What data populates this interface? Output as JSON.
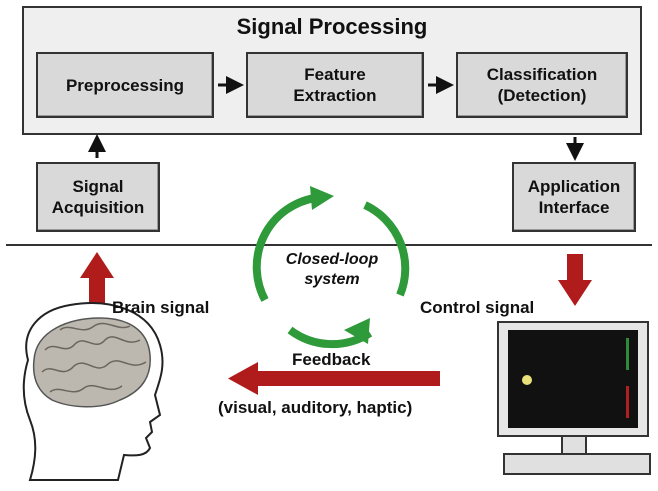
{
  "diagram": {
    "signal_processing": {
      "title": "Signal Processing"
    },
    "steps": {
      "preprocessing": "Preprocessing",
      "feature_extraction": "Feature\nExtraction",
      "classification": "Classification\n(Detection)"
    },
    "signal_acquisition": "Signal\nAcquisition",
    "application_interface": "Application\nInterface",
    "closed_loop": "Closed-loop\nsystem",
    "brain_signal": "Brain signal",
    "control_signal": "Control signal",
    "feedback": "Feedback",
    "feedback_modes": "(visual, auditory, haptic)"
  },
  "colors": {
    "box_fill": "#d9d9d9",
    "outer_fill": "#efefef",
    "loop_green": "#2e9a3a",
    "signal_red": "#b01c1c",
    "screen_black": "#111111",
    "ball_yellow": "#e8e07a",
    "paddle_green": "#2e8b3a",
    "paddle_red": "#b02020"
  },
  "icons": {
    "head": "human-head-with-brain-icon",
    "monitor": "computer-monitor-icon"
  }
}
